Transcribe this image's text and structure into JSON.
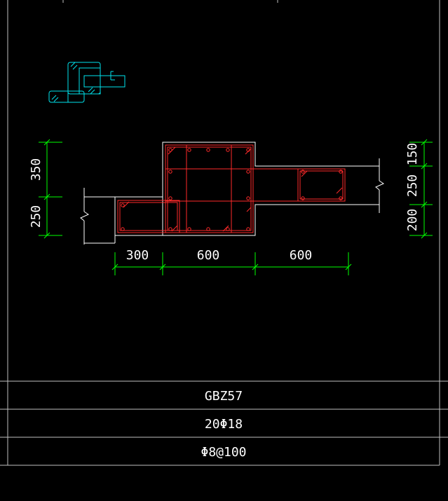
{
  "drawing": {
    "dims_bottom": [
      "300",
      "600",
      "600"
    ],
    "dims_left": [
      "350",
      "250"
    ],
    "dims_right": [
      "150",
      "250",
      "200"
    ]
  },
  "table": {
    "rows": [
      "GBZ57",
      "20Φ18",
      "Φ8@100"
    ]
  },
  "colors": {
    "background": "#000000",
    "outline": "#ffffff",
    "rebar": "#ff2a2a",
    "dimension": "#00ff00",
    "symbol": "#00e5ee"
  }
}
